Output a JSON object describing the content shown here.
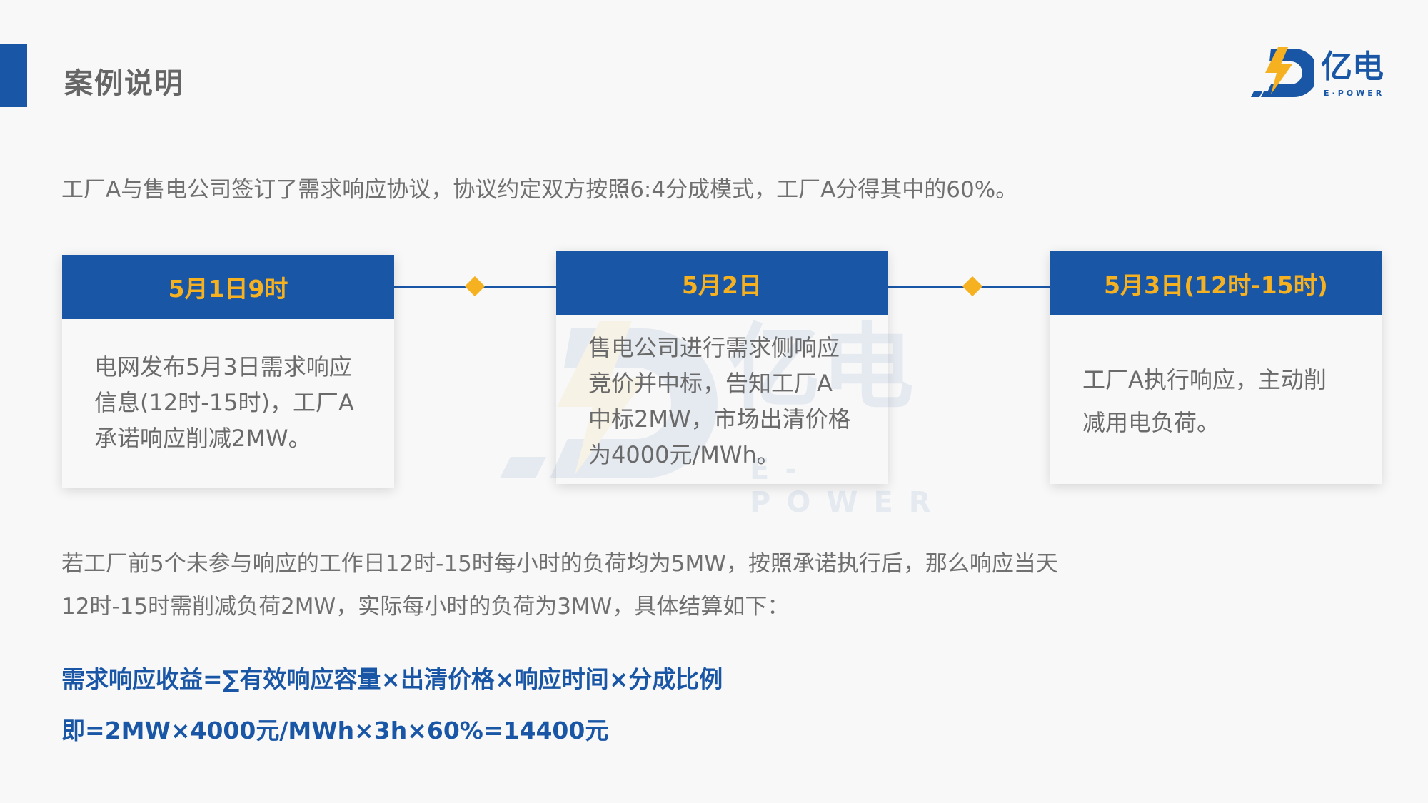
{
  "header": {
    "title": "案例说明"
  },
  "logo": {
    "text": "亿电",
    "subtitle": "E·POWER"
  },
  "watermark": {
    "text": "亿电",
    "subtitle": "E-POWER"
  },
  "intro": "工厂A与售电公司签订了需求响应协议，协议约定双方按照6:4分成模式，工厂A分得其中的60%。",
  "timeline": [
    {
      "date": "5月1日9时",
      "lines": [
        "电网发布5月3日需求响应",
        "信息(12时-15时)，工厂A",
        "承诺响应削减2MW。"
      ]
    },
    {
      "date": "5月2日",
      "lines": [
        "售电公司进行需求侧响应",
        "竞价并中标，告知工厂A",
        "中标2MW，市场出清价格",
        "为4000元/MWh。"
      ]
    },
    {
      "date": "5月3日(12时-15时)",
      "lines": [
        "工厂A执行响应，主动削",
        "减用电负荷。"
      ]
    }
  ],
  "paragraph": {
    "line1": "若工厂前5个未参与响应的工作日12时-15时每小时的负荷均为5MW，按照承诺执行后，那么响应当天",
    "line2": "12时-15时需削减负荷2MW，实际每小时的负荷为3MW，具体结算如下："
  },
  "formula": {
    "line1": "需求响应收益=∑有效响应容量×出清价格×响应时间×分成比例",
    "line2": "即=2MW×4000元/MWh×3h×60%=14400元"
  },
  "colors": {
    "brand_blue": "#1a56a6",
    "accent_orange": "#f5b120",
    "text_gray": "#707070"
  }
}
